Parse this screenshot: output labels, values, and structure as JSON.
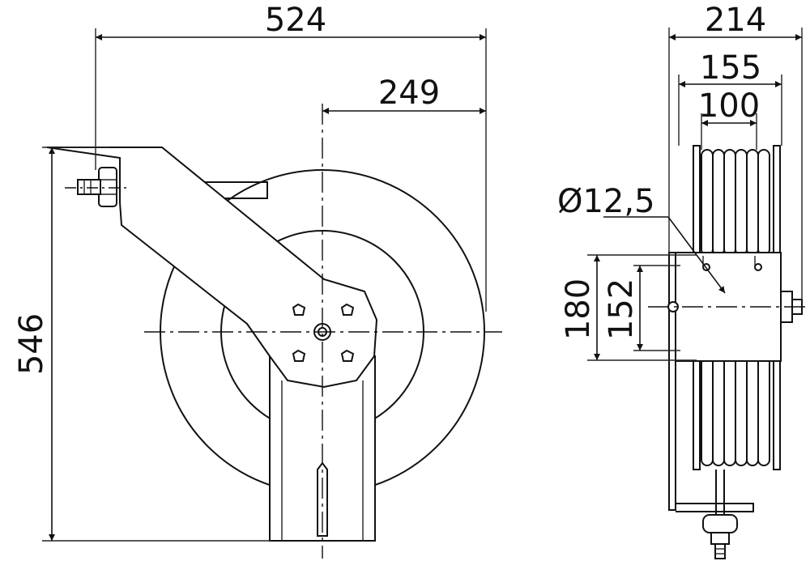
{
  "dimensions": {
    "overall_width": "524",
    "offset_to_center": "249",
    "overall_height": "546",
    "side_depth": "214",
    "drum_outer": "155",
    "drum_inner": "100",
    "hose_diameter": "Ø12,5",
    "mount_height": "180",
    "mount_inner_height": "152"
  }
}
